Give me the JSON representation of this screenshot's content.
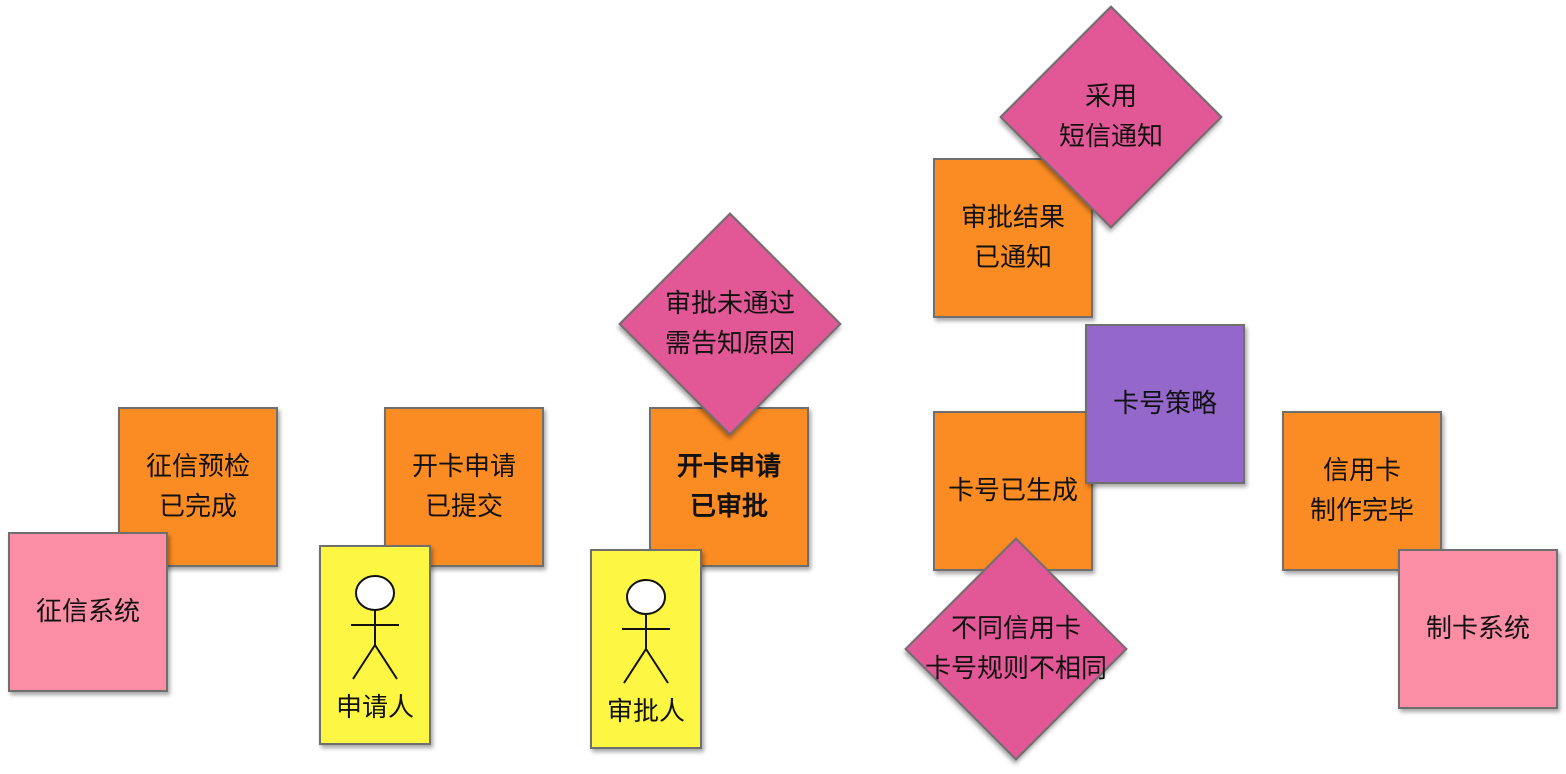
{
  "stickies": {
    "credit_precheck_done": "征信预检\n已完成",
    "credit_system": "征信系统",
    "application_submitted": "开卡申请\n已提交",
    "applicant": "申请人",
    "application_approved": "开卡申请\n已审批",
    "approver": "审批人",
    "rejection_reason_note": "审批未通过\n需告知原因",
    "result_notified": "审批结果\n已通知",
    "sms_notify_note": "采用\n短信通知",
    "card_number_strategy": "卡号策略",
    "card_number_generated": "卡号已生成",
    "card_number_rules_note": "不同信用卡\n卡号规则不相同",
    "card_made": "信用卡\n制作完毕",
    "card_making_system": "制卡系统"
  },
  "colors": {
    "domain_event": "#fb8c23",
    "external_system": "#fb8da5",
    "policy": "#9467cb",
    "actor": "#fdf642",
    "hotspot": "#e25795"
  }
}
